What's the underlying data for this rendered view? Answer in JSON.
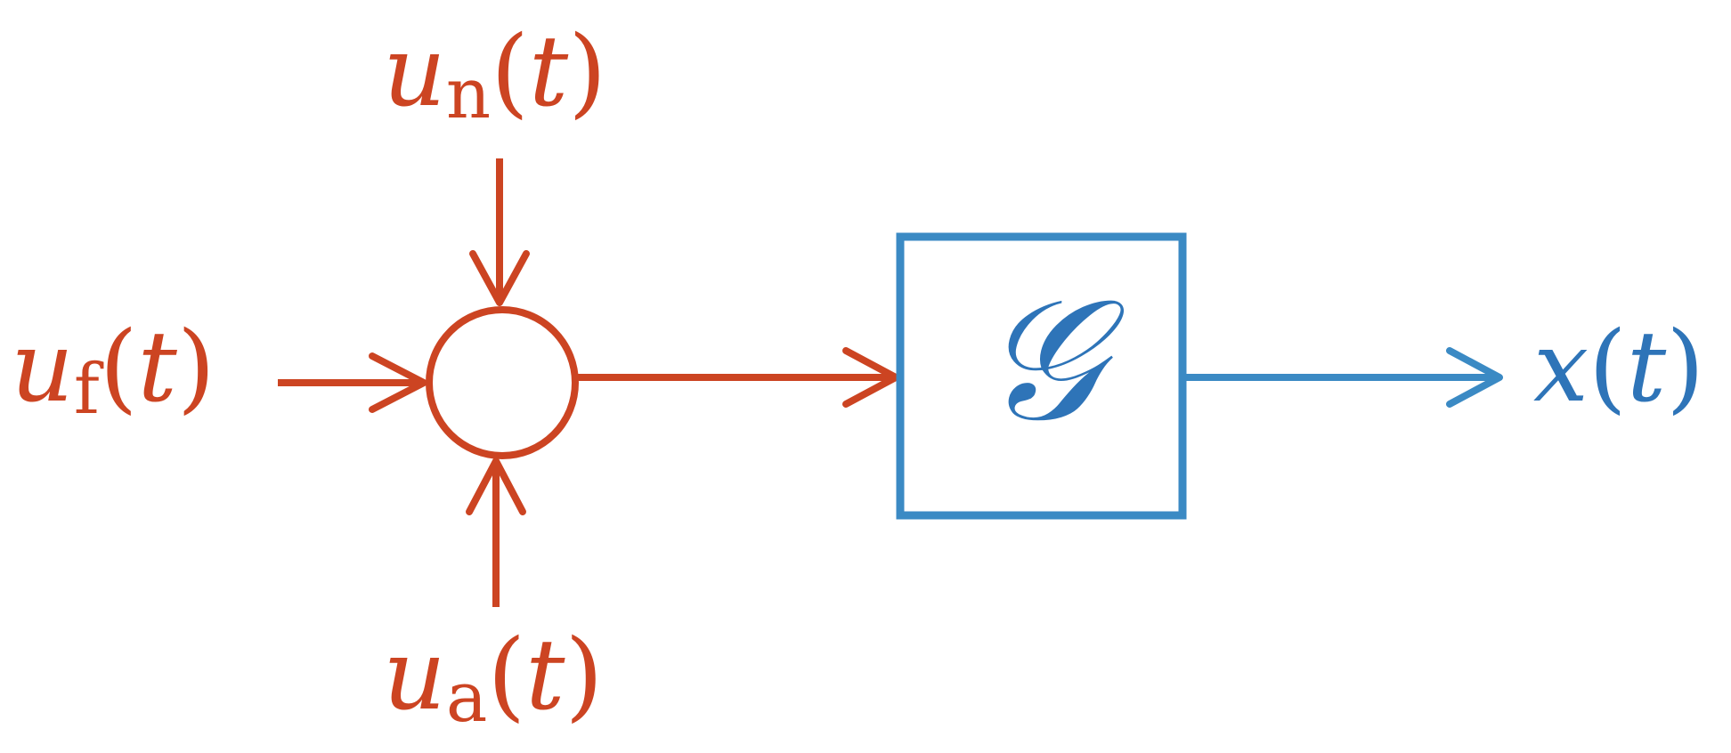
{
  "colors": {
    "input_signal": "#cc4422",
    "system": "#3b8ac4",
    "output_text": "#2e74b8",
    "background": "#ffffff"
  },
  "inputs": {
    "top": {
      "symbol": "u",
      "subscript": "n",
      "open_paren": "(",
      "argument": "t",
      "close_paren": ")"
    },
    "left": {
      "symbol": "u",
      "subscript": "f",
      "open_paren": "(",
      "argument": "t",
      "close_paren": ")"
    },
    "bottom": {
      "symbol": "u",
      "subscript": "a",
      "open_paren": "(",
      "argument": "t",
      "close_paren": ")"
    }
  },
  "system_block": {
    "symbol": "𝒢"
  },
  "output": {
    "symbol": "x",
    "open_paren": "(",
    "argument": "t",
    "close_paren": ")"
  }
}
